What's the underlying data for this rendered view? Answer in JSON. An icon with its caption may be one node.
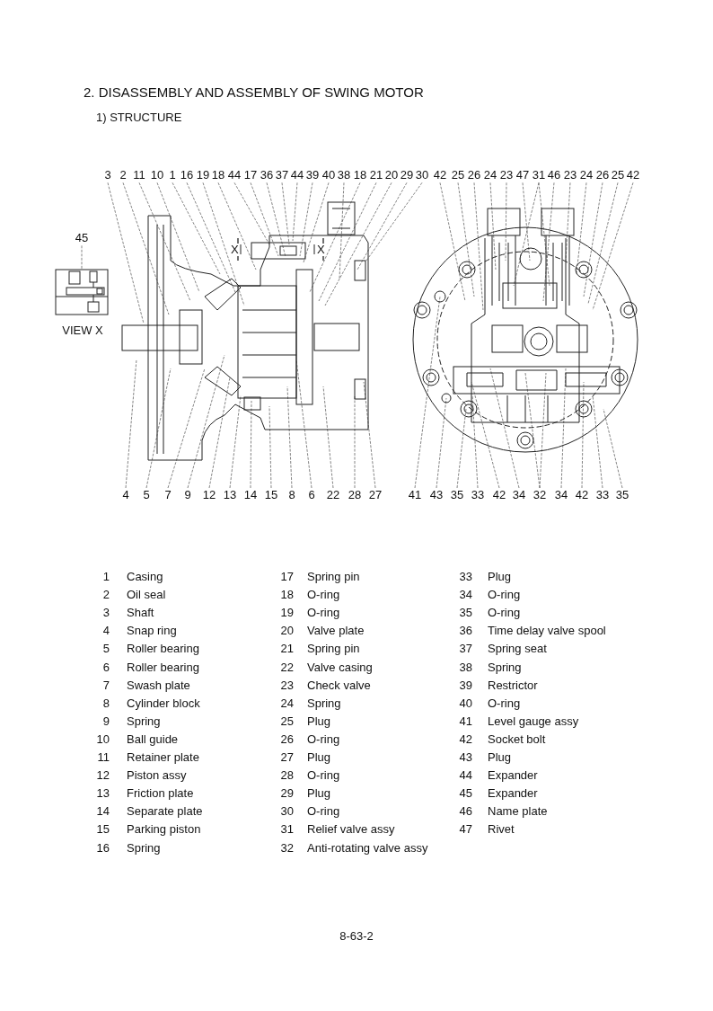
{
  "diagram": {
    "title": "2. DISASSEMBLY AND ASSEMBLY OF SWING MOTOR",
    "nodes": [
      {
        "text": [
          "3"
        ]
      },
      {
        "text": [
          "2"
        ]
      },
      {
        "text": [
          "11"
        ]
      },
      {
        "text": [
          "10"
        ]
      },
      {
        "text": [
          "1"
        ]
      },
      {
        "text": [
          "16"
        ]
      },
      {
        "text": [
          "19"
        ]
      },
      {
        "text": [
          "18"
        ]
      },
      {
        "text": [
          "44"
        ]
      },
      {
        "text": [
          "17"
        ]
      },
      {
        "text": [
          "36"
        ]
      },
      {
        "text": [
          "37"
        ]
      },
      {
        "text": [
          "44"
        ]
      },
      {
        "text": [
          "39"
        ]
      },
      {
        "text": [
          "40"
        ]
      },
      {
        "text": [
          "38"
        ]
      },
      {
        "text": [
          "18"
        ]
      },
      {
        "text": [
          "21"
        ]
      },
      {
        "text": [
          "20"
        ]
      },
      {
        "text": [
          "29"
        ]
      },
      {
        "text": [
          "30"
        ]
      },
      {
        "text": [
          "42"
        ]
      },
      {
        "text": [
          "25"
        ]
      },
      {
        "text": [
          "26"
        ]
      },
      {
        "text": [
          "24"
        ]
      },
      {
        "text": [
          "23"
        ]
      },
      {
        "text": [
          "47"
        ]
      },
      {
        "text": [
          "31"
        ]
      },
      {
        "text": [
          "46"
        ]
      },
      {
        "text": [
          "23"
        ]
      },
      {
        "text": [
          "24"
        ]
      },
      {
        "text": [
          "26"
        ]
      },
      {
        "text": [
          "25"
        ]
      },
      {
        "text": [
          "42"
        ]
      },
      {
        "text": [
          "4"
        ]
      },
      {
        "text": [
          "5"
        ]
      },
      {
        "text": [
          "7"
        ]
      },
      {
        "text": [
          "9"
        ]
      },
      {
        "text": [
          "12"
        ]
      },
      {
        "text": [
          "13"
        ]
      },
      {
        "text": [
          "14"
        ]
      },
      {
        "text": [
          "15"
        ]
      },
      {
        "text": [
          "8"
        ]
      },
      {
        "text": [
          "6"
        ]
      },
      {
        "text": [
          "22"
        ]
      },
      {
        "text": [
          "28"
        ]
      },
      {
        "text": [
          "27"
        ]
      },
      {
        "text": [
          "41"
        ]
      },
      {
        "text": [
          "43"
        ]
      },
      {
        "text": [
          "35"
        ]
      },
      {
        "text": [
          "33"
        ]
      },
      {
        "text": [
          "42"
        ]
      },
      {
        "text": [
          "34"
        ]
      },
      {
        "text": [
          "32"
        ]
      },
      {
        "text": [
          "34"
        ]
      },
      {
        "text": [
          "42"
        ]
      },
      {
        "text": [
          "33"
        ]
      },
      {
        "text": [
          "35"
        ]
      },
      {
        "text": [
          "45"
        ]
      },
      {
        "text": [],
        "shape": "picture"
      }
    ],
    "edges": [
      {
        "from": 0,
        "to": null,
        "arrow": "none"
      },
      {
        "from": 1,
        "to": null,
        "arrow": "none"
      },
      {
        "from": 2,
        "to": null,
        "arrow": "none"
      },
      {
        "from": 3,
        "to": null,
        "arrow": "none"
      },
      {
        "from": 4,
        "to": null,
        "arrow": "none"
      },
      {
        "from": 5,
        "to": null,
        "arrow": "none"
      },
      {
        "from": 6,
        "to": null,
        "arrow": "none"
      },
      {
        "from": 7,
        "to": null,
        "arrow": "none"
      },
      {
        "from": 8,
        "to": null,
        "arrow": "none"
      },
      {
        "from": 9,
        "to": null,
        "arrow": "none"
      },
      {
        "from": 10,
        "to": null,
        "arrow": "none"
      },
      {
        "from": 11,
        "to": null,
        "arrow": "none"
      },
      {
        "from": 12,
        "to": null,
        "arrow": "none"
      },
      {
        "from": 13,
        "to": null,
        "arrow": "none"
      },
      {
        "from": 14,
        "to": null,
        "arrow": "none"
      },
      {
        "from": 15,
        "to": null,
        "arrow": "none"
      },
      {
        "from": 16,
        "to": null,
        "arrow": "none"
      },
      {
        "from": 17,
        "to": null,
        "arrow": "none"
      },
      {
        "from": 18,
        "to": null,
        "arrow": "none"
      },
      {
        "from": 19,
        "to": null,
        "arrow": "none"
      },
      {
        "from": 20,
        "to": null,
        "arrow": "none"
      },
      {
        "from": 21,
        "to": null,
        "arrow": "none"
      },
      {
        "from": 22,
        "to": null,
        "arrow": "none"
      },
      {
        "from": 23,
        "to": null,
        "arrow": "none"
      },
      {
        "from": 24,
        "to": null,
        "arrow": "none"
      },
      {
        "from": 25,
        "to": null,
        "arrow": "none"
      },
      {
        "from": 26,
        "to": null,
        "arrow": "none"
      },
      {
        "from": 27,
        "to": null,
        "arrow": "none"
      },
      {
        "from": 27,
        "to": null,
        "arrow": "none"
      },
      {
        "from": 28,
        "to": null,
        "arrow": "none"
      },
      {
        "from": 29,
        "to": null,
        "arrow": "none"
      },
      {
        "from": 30,
        "to": null,
        "arrow": "none"
      },
      {
        "from": 31,
        "to": null,
        "arrow": "none"
      },
      {
        "from": 32,
        "to": null,
        "arrow": "none"
      },
      {
        "from": 33,
        "to": null,
        "arrow": "none"
      },
      {
        "from": 34,
        "to": null,
        "arrow": "none"
      },
      {
        "from": 35,
        "to": null,
        "arrow": "none"
      },
      {
        "from": 36,
        "to": null,
        "arrow": "none"
      },
      {
        "from": 37,
        "to": null,
        "arrow": "none"
      },
      {
        "from": 38,
        "to": null,
        "arrow": "none"
      },
      {
        "from": 39,
        "to": null,
        "arrow": "none"
      },
      {
        "from": 40,
        "to": null,
        "arrow": "none"
      },
      {
        "from": 41,
        "to": null,
        "arrow": "none"
      },
      {
        "from": 42,
        "to": null,
        "arrow": "none"
      },
      {
        "from": 43,
        "to": null,
        "arrow": "none"
      },
      {
        "from": 44,
        "to": null,
        "arrow": "none"
      },
      {
        "from": 45,
        "to": null,
        "arrow": "none"
      },
      {
        "from": 46,
        "to": null,
        "arrow": "none"
      },
      {
        "from": 47,
        "to": null,
        "arrow": "none"
      },
      {
        "from": 48,
        "to": null,
        "arrow": "none"
      },
      {
        "from": 49,
        "to": null,
        "arrow": "none"
      },
      {
        "from": 50,
        "to": null,
        "arrow": "none"
      },
      {
        "from": 51,
        "to": null,
        "arrow": "none"
      },
      {
        "from": 52,
        "to": null,
        "arrow": "none"
      },
      {
        "from": 53,
        "to": null,
        "arrow": "none"
      },
      {
        "from": 53,
        "to": null,
        "arrow": "none"
      },
      {
        "from": 54,
        "to": null,
        "arrow": "none"
      },
      {
        "from": 55,
        "to": null,
        "arrow": "none"
      },
      {
        "from": 56,
        "to": null,
        "arrow": "none"
      },
      {
        "from": 57,
        "to": null,
        "arrow": "none"
      },
      {
        "from": 58,
        "to": 59,
        "arrow": "none"
      }
    ],
    "labels": [
      "1) STRUCTURE",
      "X",
      "X",
      "VIEW X",
      "1",
      "Casing",
      "17",
      "Spring pin",
      "33",
      "Plug",
      "2",
      "Oil seal",
      "18",
      "O-ring",
      "34",
      "O-ring",
      "3",
      "Shaft",
      "19",
      "O-ring",
      "35",
      "O-ring",
      "4",
      "Snap ring",
      "20",
      "Valve plate",
      "36",
      "Time delay valve spool",
      "5",
      "Roller bearing",
      "21",
      "Spring pin",
      "37",
      "Spring seat",
      "6",
      "Roller bearing",
      "22",
      "Valve casing",
      "38",
      "Spring",
      "7",
      "Swash plate",
      "23",
      "Check valve",
      "39",
      "Restrictor",
      "8",
      "Cylinder block",
      "24",
      "Spring",
      "40",
      "O-ring",
      "9",
      "Spring",
      "25",
      "Plug",
      "41",
      "Level gauge assy",
      "10",
      "Ball guide",
      "26",
      "O-ring",
      "42",
      "Socket bolt",
      "11",
      "Retainer plate",
      "27",
      "Plug",
      "43",
      "Plug",
      "12",
      "Piston assy",
      "28",
      "O-ring",
      "44",
      "Expander",
      "13",
      "Friction plate",
      "29",
      "Plug",
      "45",
      "Expander",
      "14",
      "Separate plate",
      "30",
      "O-ring",
      "46",
      "Name plate",
      "15",
      "Parking piston",
      "31",
      "Relief valve assy",
      "47",
      "Rivet",
      "16",
      "Spring",
      "32",
      "Anti-rotating valve assy",
      "8-63-2"
    ]
  }
}
